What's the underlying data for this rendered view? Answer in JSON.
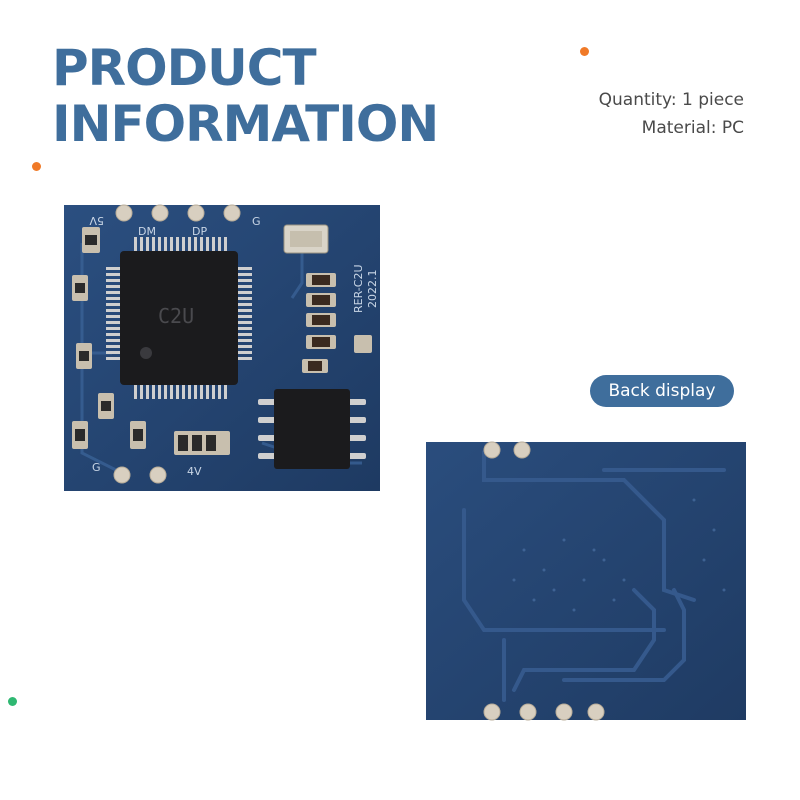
{
  "title": {
    "line1": "PRODUCT",
    "line2": "INFORMATION"
  },
  "specs": {
    "quantity": "Quantity: 1 piece",
    "material": "Material: PC"
  },
  "back_label": "Back display",
  "front_board": {
    "chip_label": "C2U",
    "silk_5v": "5V",
    "silk_dm": "DM",
    "silk_dp": "DP",
    "silk_g_top": "G",
    "silk_model": "RER-C2U",
    "silk_date": "2022.1",
    "silk_g_bottom": "G",
    "silk_4v": "4V"
  },
  "colors": {
    "title": "#3f6e9c",
    "pcb": "#23426e",
    "pad": "#d8cfc0",
    "accent_orange": "#f07a28",
    "accent_green": "#2fb872"
  }
}
